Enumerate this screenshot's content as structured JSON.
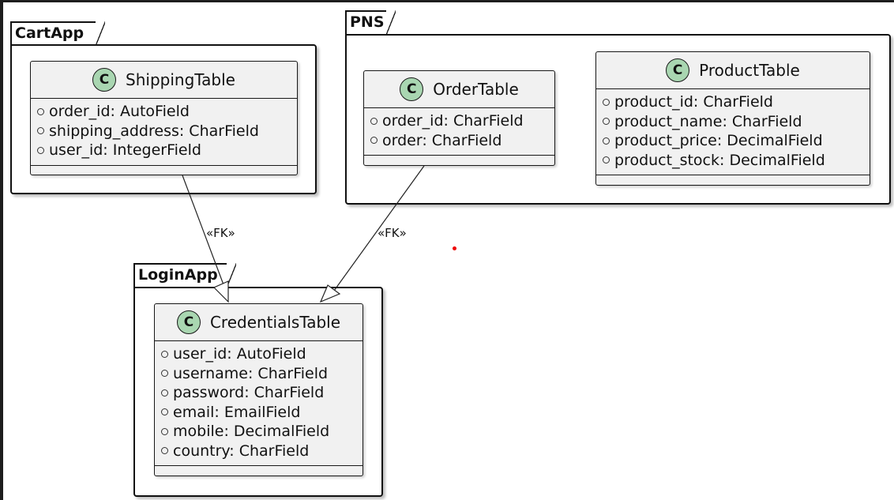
{
  "packages": {
    "cart": {
      "name": "CartApp",
      "class": {
        "icon": "C",
        "name": "ShippingTable",
        "attributes": [
          "order_id: AutoField",
          "shipping_address: CharField",
          "user_id: IntegerField"
        ]
      }
    },
    "pns": {
      "name": "PNS",
      "order_class": {
        "icon": "C",
        "name": "OrderTable",
        "attributes": [
          "order_id: CharField",
          "order: CharField"
        ]
      },
      "product_class": {
        "icon": "C",
        "name": "ProductTable",
        "attributes": [
          "product_id: CharField",
          "product_name: CharField",
          "product_price: DecimalField",
          "product_stock: DecimalField"
        ]
      }
    },
    "login": {
      "name": "LoginApp",
      "class": {
        "icon": "C",
        "name": "CredentialsTable",
        "attributes": [
          "user_id: AutoField",
          "username: CharField",
          "password: CharField",
          "email: EmailField",
          "mobile: DecimalField",
          "country: CharField"
        ]
      }
    }
  },
  "relations": {
    "shipping_to_credentials": {
      "label": "«FK»"
    },
    "order_to_credentials": {
      "label": "«FK»"
    }
  },
  "colors": {
    "class_icon": "#a9d6b1",
    "class_fill": "#f1f1f1",
    "marker_dot": "#ee0000"
  }
}
